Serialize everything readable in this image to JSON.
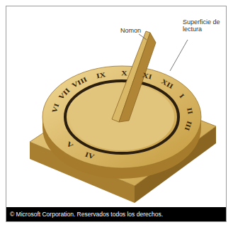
{
  "diagram": {
    "labels": [
      "Nomon",
      "Superficie de lectura",
      "VI",
      "VII",
      "VIII",
      "IX",
      "X",
      "XI",
      "XII",
      "I",
      "II",
      "III",
      "IV",
      "V",
      "© Microsoft Corporation. Reservados todos los derechos."
    ]
  }
}
